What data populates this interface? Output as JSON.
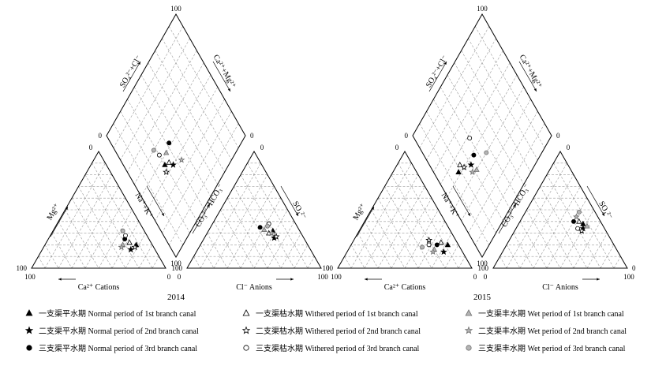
{
  "chart_data": {
    "type": "scatter",
    "diagram": "piper",
    "corner_tick": {
      "max": "100",
      "min": "0"
    },
    "axis_labels": {
      "mg": "Mg²⁺",
      "nak": "Na⁺+K⁺",
      "ca_cations": "Ca²⁺ Cations",
      "co3": "CO₃²⁻+HCO₃⁻",
      "so4": "SO₄²⁻",
      "cl_anions": "Cl⁻ Anions",
      "so4cl": "SO₄²⁻+Cl⁻",
      "camg": "Ca²⁺+Mg²⁺"
    },
    "panels": [
      {
        "year": "2014",
        "points": [
          {
            "series": 0,
            "cation": [
              20,
              12
            ],
            "anion": [
              32,
              20
            ],
            "diamond": [
              46,
              30
            ]
          },
          {
            "series": 1,
            "cation": [
              16,
              18
            ],
            "anion": [
              26,
              22
            ],
            "diamond": [
              40,
              36
            ]
          },
          {
            "series": 2,
            "cation": [
              25,
              18
            ],
            "anion": [
              35,
              28
            ],
            "diamond": [
              52,
              42
            ]
          },
          {
            "series": 3,
            "cation": [
              22,
              16
            ],
            "anion": [
              30,
              24
            ],
            "diamond": [
              44,
              34
            ]
          },
          {
            "series": 4,
            "cation": [
              18,
              14
            ],
            "anion": [
              27,
              20
            ],
            "diamond": [
              42,
              28
            ]
          },
          {
            "series": 5,
            "cation": [
              28,
              16
            ],
            "anion": [
              38,
              20
            ],
            "diamond": [
              54,
              30
            ]
          },
          {
            "series": 6,
            "cation": [
              20,
              22
            ],
            "anion": [
              33,
              26
            ],
            "diamond": [
              50,
              36
            ]
          },
          {
            "series": 7,
            "cation": [
              18,
              24
            ],
            "anion": [
              30,
              22
            ],
            "diamond": [
              36,
              44
            ]
          },
          {
            "series": 8,
            "cation": [
              32,
              16
            ],
            "anion": [
              36,
              22
            ],
            "diamond": [
              60,
              28
            ]
          }
        ]
      },
      {
        "year": "2015",
        "points": [
          {
            "series": 0,
            "cation": [
              20,
              8
            ],
            "anion": [
              38,
              14
            ],
            "diamond": [
              52,
              18
            ]
          },
          {
            "series": 1,
            "cation": [
              14,
              14
            ],
            "anion": [
              34,
              16
            ],
            "diamond": [
              46,
              30
            ]
          },
          {
            "series": 2,
            "cation": [
              20,
              16
            ],
            "anion": [
              40,
              20
            ],
            "diamond": [
              48,
              36
            ]
          },
          {
            "series": 3,
            "cation": [
              22,
              12
            ],
            "anion": [
              40,
              16
            ],
            "diamond": [
              54,
              22
            ]
          },
          {
            "series": 4,
            "cation": [
              24,
              20
            ],
            "anion": [
              32,
              18
            ],
            "diamond": [
              50,
              24
            ]
          },
          {
            "series": 5,
            "cation": [
              20,
              22
            ],
            "anion": [
              34,
              20
            ],
            "diamond": [
              58,
              40
            ]
          },
          {
            "series": 6,
            "cation": [
              16,
              20
            ],
            "anion": [
              36,
              12
            ],
            "diamond": [
              40,
              32
            ]
          },
          {
            "series": 7,
            "cation": [
              14,
              22
            ],
            "anion": [
              44,
              16
            ],
            "diamond": [
              42,
              28
            ]
          },
          {
            "series": 8,
            "cation": [
              18,
              28
            ],
            "anion": [
              48,
              12
            ],
            "diamond": [
              40,
              46
            ]
          }
        ]
      }
    ],
    "series": [
      {
        "name": "一支渠平水期 Normal period of 1st branch canal",
        "marker": "triangle",
        "fill": "#000000"
      },
      {
        "name": "二支渠平水期 Normal period of 2nd branch canal",
        "marker": "star",
        "fill": "#000000"
      },
      {
        "name": "三支渠平水期 Normal period of 3rd branch canal",
        "marker": "circle",
        "fill": "#000000"
      },
      {
        "name": "一支渠枯水期 Withered period of 1st branch canal",
        "marker": "triangle",
        "fill": "#ffffff"
      },
      {
        "name": "二支渠枯水期 Withered period of 2nd branch canal",
        "marker": "star",
        "fill": "#ffffff"
      },
      {
        "name": "三支渠枯水期 Withered period of 3rd branch canal",
        "marker": "circle",
        "fill": "#ffffff"
      },
      {
        "name": "一支渠丰水期 Wet period of 1st branch canal",
        "marker": "triangle",
        "fill": "#b5b5b5"
      },
      {
        "name": "二支渠丰水期 Wet period of 2nd branch canal",
        "marker": "star",
        "fill": "#b5b5b5"
      },
      {
        "name": "三支渠丰水期 Wet period of 3rd branch canal",
        "marker": "circle",
        "fill": "#b5b5b5"
      }
    ]
  }
}
